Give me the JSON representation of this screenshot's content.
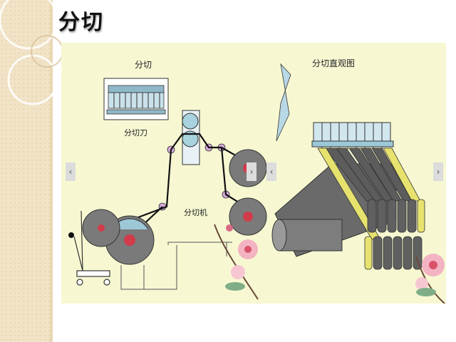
{
  "slide": {
    "title": "分切"
  },
  "figure": {
    "left_panel_title": "分切",
    "cutter_label": "分切刀",
    "machine_label": "分切机",
    "right_panel_title": "分切直观图"
  },
  "nav": {
    "prev_glyph": "‹",
    "next_glyph": "›"
  },
  "colors": {
    "roll_gray": "#666666",
    "rollers_cyan": "#9cc8d8",
    "belts_yellow": "#e7e26e",
    "figure_bg": "#f7f8d2"
  }
}
